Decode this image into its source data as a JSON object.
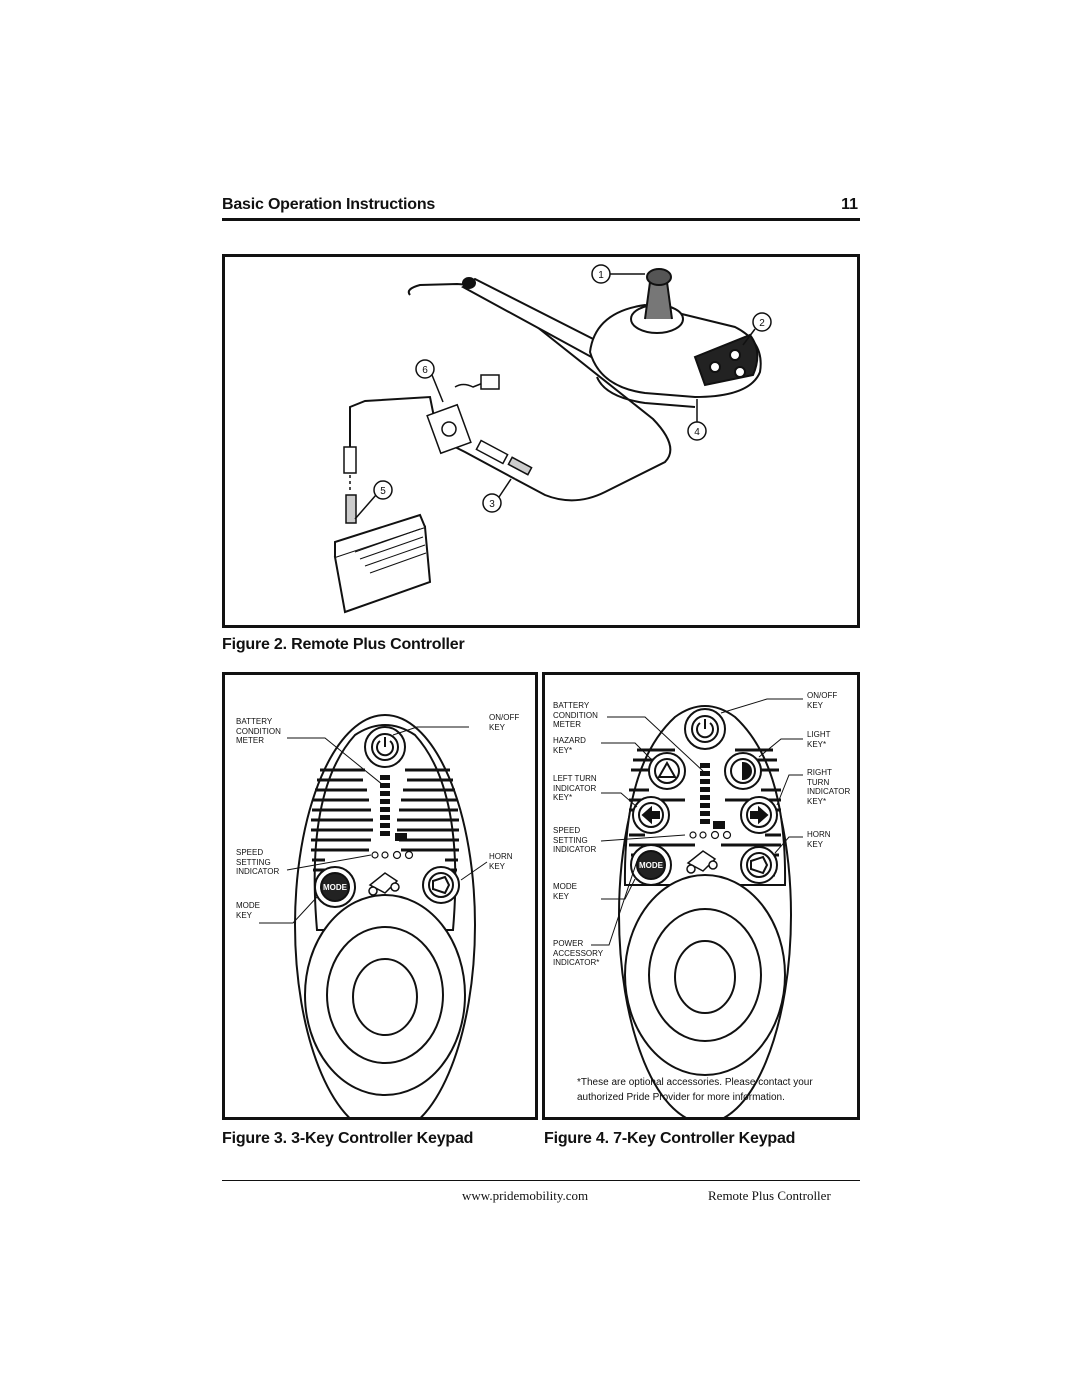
{
  "header": {
    "title": "Basic Operation Instructions",
    "page_number": "11"
  },
  "figure2": {
    "caption": "Figure 2. Remote Plus Controller",
    "callouts": [
      "1",
      "2",
      "3",
      "4",
      "5",
      "6"
    ]
  },
  "figure3": {
    "caption": "Figure 3. 3-Key Controller Keypad",
    "labels": {
      "battery": "BATTERY\nCONDITION\nMETER",
      "onoff": "ON/OFF\nKEY",
      "speed": "SPEED\nSETTING\nINDICATOR",
      "horn": "HORN\nKEY",
      "mode_key": "MODE\nKEY"
    },
    "mode_button": "MODE"
  },
  "figure4": {
    "caption": "Figure 4. 7-Key Controller Keypad",
    "labels": {
      "battery": "BATTERY\nCONDITION\nMETER",
      "hazard": "HAZARD\nKEY*",
      "left_turn": "LEFT TURN\nINDICATOR\nKEY*",
      "speed": "SPEED\nSETTING\nINDICATOR",
      "mode_key": "MODE\nKEY",
      "power_acc": "POWER\nACCESSORY\nINDICATOR*",
      "onoff": "ON/OFF\nKEY",
      "light": "LIGHT\nKEY*",
      "right_turn": "RIGHT\nTURN\nINDICATOR\nKEY*",
      "horn": "HORN\nKEY"
    },
    "mode_button": "MODE",
    "note": "*These are optional accessories. Please contact your authorized Pride Provider for more information."
  },
  "footer": {
    "website": "www.pridemobility.com",
    "product": "Remote Plus Controller"
  }
}
